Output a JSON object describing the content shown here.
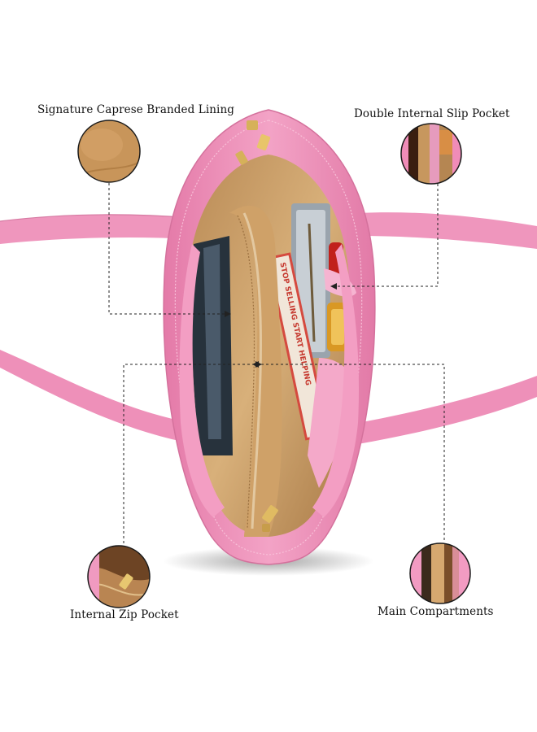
{
  "annotations": {
    "lining": {
      "label": "Signature Caprese Branded Lining"
    },
    "slip_pocket": {
      "label": "Double Internal Slip Pocket"
    },
    "zip_pocket": {
      "label": "Internal Zip Pocket"
    },
    "main_compartments": {
      "label": "Main Compartments"
    }
  },
  "product_items": {
    "book_title": "STOP SELLING START HELPING"
  },
  "colors": {
    "bag_pink": "#ee8fb8",
    "lining_tan": "#c9a06a",
    "background": "#ffffff"
  }
}
